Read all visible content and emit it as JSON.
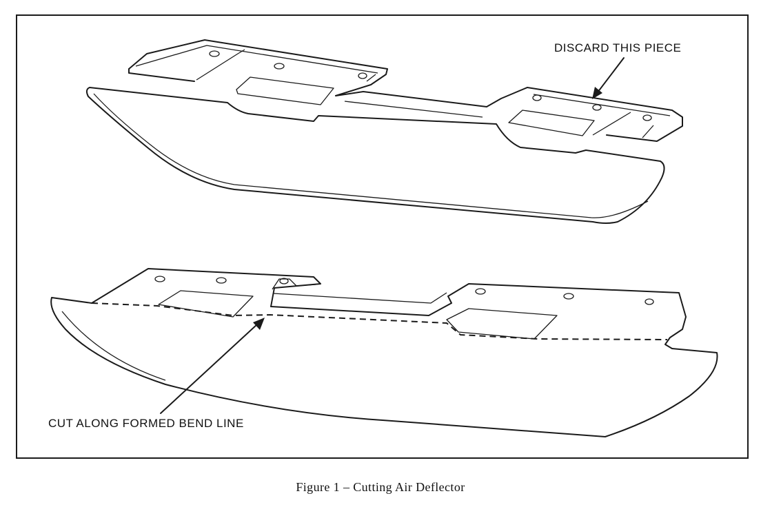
{
  "figure": {
    "caption": "Figure 1 – Cutting Air Deflector",
    "labels": {
      "discard": "DISCARD THIS PIECE",
      "cut": "CUT ALONG FORMED BEND LINE"
    }
  }
}
